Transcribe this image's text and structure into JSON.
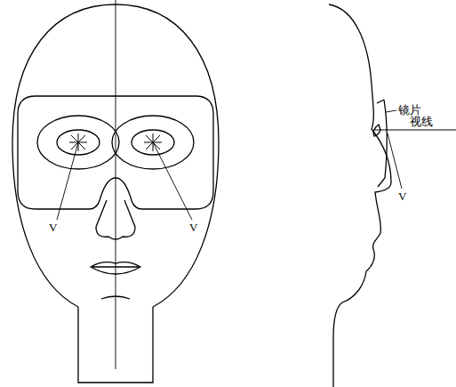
{
  "diagram": {
    "labels": [
      "V",
      "V",
      "镜片",
      "视线",
      "V"
    ]
  }
}
